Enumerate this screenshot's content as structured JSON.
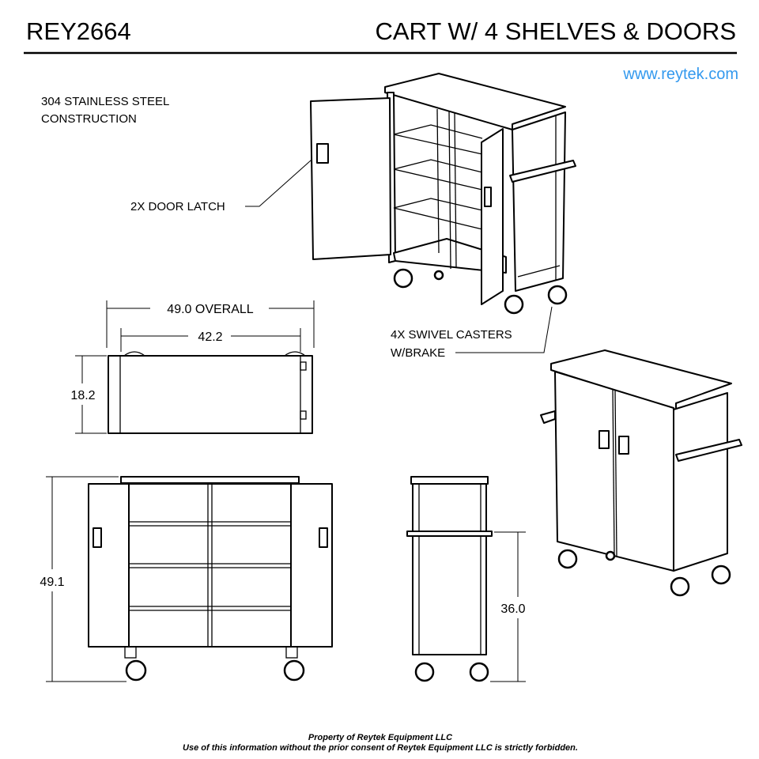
{
  "header": {
    "model": "REY2664",
    "title": "CART W/ 4 SHELVES & DOORS",
    "website": "www.reytek.com"
  },
  "callouts": {
    "material_line1": "304 STAINLESS STEEL",
    "material_line2": "CONSTRUCTION",
    "door_latch": "2X DOOR LATCH",
    "casters_line1": "4X SWIVEL CASTERS",
    "casters_line2": "W/BRAKE"
  },
  "dimensions": {
    "overall_width": "49.0 OVERALL",
    "inner_width": "42.2",
    "depth": "18.2",
    "overall_height": "49.1",
    "handle_height": "36.0"
  },
  "footer": {
    "line1": "Property of Reytek Equipment LLC",
    "line2": "Use of this information without the prior consent of Reytek Equipment LLC is strictly forbidden."
  },
  "colors": {
    "link": "#3399ee",
    "ink": "#000000"
  }
}
